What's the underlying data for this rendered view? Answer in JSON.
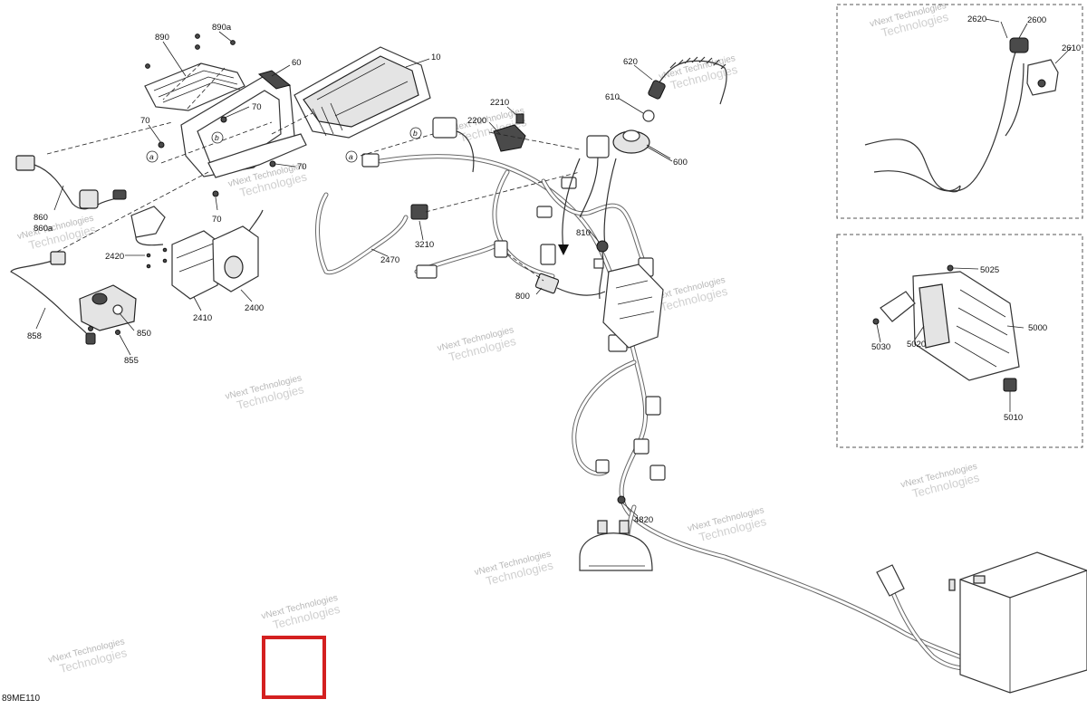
{
  "diagram": {
    "drawing_code": "89ME110",
    "watermark_line1": "vNext Technologies",
    "watermark_line2": "Technologies",
    "callout_a": "a",
    "callout_b": "b",
    "highlight_color": "#d42020",
    "part_labels": [
      {
        "id": "p890",
        "text": "890"
      },
      {
        "id": "p890a",
        "text": "890a"
      },
      {
        "id": "p60",
        "text": "60"
      },
      {
        "id": "p10",
        "text": "10"
      },
      {
        "id": "p70a",
        "text": "70"
      },
      {
        "id": "p70b",
        "text": "70"
      },
      {
        "id": "p70c",
        "text": "70"
      },
      {
        "id": "p70d",
        "text": "70"
      },
      {
        "id": "p860",
        "text": "860"
      },
      {
        "id": "p860a",
        "text": "860a"
      },
      {
        "id": "p2420",
        "text": "2420"
      },
      {
        "id": "p2410",
        "text": "2410"
      },
      {
        "id": "p2400",
        "text": "2400"
      },
      {
        "id": "p858",
        "text": "858"
      },
      {
        "id": "p850",
        "text": "850"
      },
      {
        "id": "p855",
        "text": "855"
      },
      {
        "id": "p2470",
        "text": "2470"
      },
      {
        "id": "p3210",
        "text": "3210"
      },
      {
        "id": "p2210",
        "text": "2210"
      },
      {
        "id": "p2200",
        "text": "2200"
      },
      {
        "id": "p620",
        "text": "620"
      },
      {
        "id": "p610",
        "text": "610"
      },
      {
        "id": "p600",
        "text": "600"
      },
      {
        "id": "p810",
        "text": "810"
      },
      {
        "id": "p800",
        "text": "800"
      },
      {
        "id": "p4820",
        "text": "4820"
      },
      {
        "id": "p2620",
        "text": "2620"
      },
      {
        "id": "p2600",
        "text": "2600"
      },
      {
        "id": "p2610",
        "text": "2610"
      },
      {
        "id": "p5025",
        "text": "5025"
      },
      {
        "id": "p5000",
        "text": "5000"
      },
      {
        "id": "p5030",
        "text": "5030"
      },
      {
        "id": "p5020",
        "text": "5020"
      },
      {
        "id": "p5010",
        "text": "5010"
      }
    ]
  }
}
